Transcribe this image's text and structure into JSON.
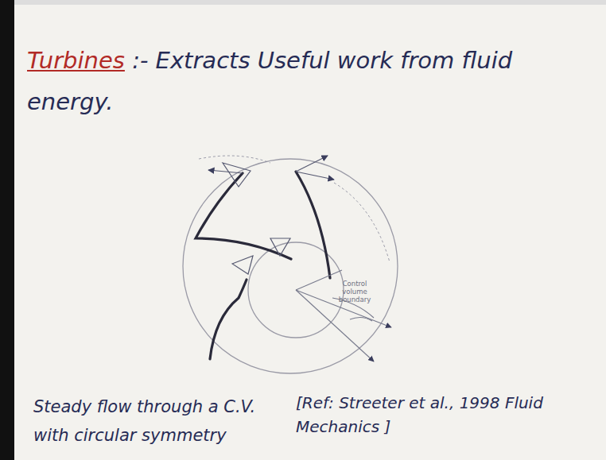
{
  "diagram": {
    "title": "Turbines",
    "labels": [
      ":- Extracts Useful work from fluid energy.",
      "Control volume boundary",
      "Steady flow through a C.V. with circular symmetry",
      "[Ref: Streeter et al., 1998 Fluid Mechanics ]"
    ]
  }
}
